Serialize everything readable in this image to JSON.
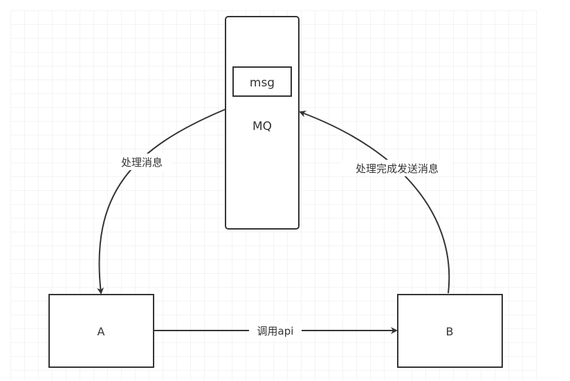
{
  "diagram": {
    "nodes": {
      "mq": {
        "label": "MQ",
        "inner_label": "msg"
      },
      "a": {
        "label": "A"
      },
      "b": {
        "label": "B"
      }
    },
    "edges": {
      "mq_to_a": {
        "label": "处理消息"
      },
      "b_to_mq": {
        "label": "处理完成发送消息"
      },
      "a_to_b": {
        "label": "调用api"
      }
    }
  },
  "colors": {
    "stroke": "#333333",
    "grid": "#e6e6e6",
    "background": "#ffffff"
  }
}
